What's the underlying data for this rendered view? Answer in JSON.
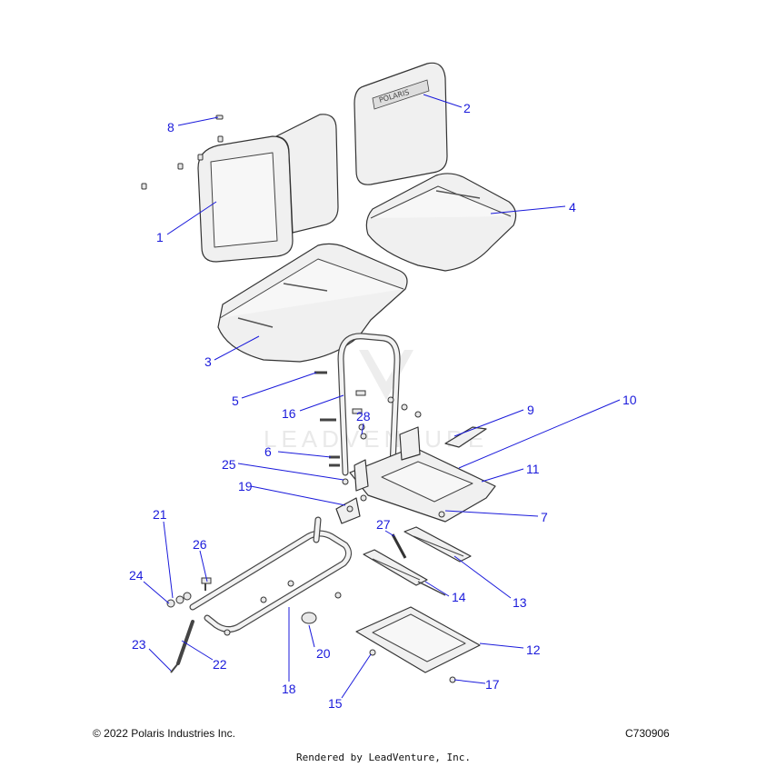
{
  "diagram": {
    "watermark": "LEADVENTURE",
    "callouts": [
      {
        "id": "1",
        "label": "1"
      },
      {
        "id": "2",
        "label": "2"
      },
      {
        "id": "3",
        "label": "3"
      },
      {
        "id": "4",
        "label": "4"
      },
      {
        "id": "5",
        "label": "5"
      },
      {
        "id": "6",
        "label": "6"
      },
      {
        "id": "7",
        "label": "7"
      },
      {
        "id": "8",
        "label": "8"
      },
      {
        "id": "9",
        "label": "9"
      },
      {
        "id": "10",
        "label": "10"
      },
      {
        "id": "11",
        "label": "11"
      },
      {
        "id": "12",
        "label": "12"
      },
      {
        "id": "13",
        "label": "13"
      },
      {
        "id": "14",
        "label": "14"
      },
      {
        "id": "15",
        "label": "15"
      },
      {
        "id": "16",
        "label": "16"
      },
      {
        "id": "17",
        "label": "17"
      },
      {
        "id": "18",
        "label": "18"
      },
      {
        "id": "19",
        "label": "19"
      },
      {
        "id": "20",
        "label": "20"
      },
      {
        "id": "21",
        "label": "21"
      },
      {
        "id": "22",
        "label": "22"
      },
      {
        "id": "23",
        "label": "23"
      },
      {
        "id": "24",
        "label": "24"
      },
      {
        "id": "25",
        "label": "25"
      },
      {
        "id": "26",
        "label": "26"
      },
      {
        "id": "27",
        "label": "27"
      },
      {
        "id": "28",
        "label": "28"
      }
    ]
  },
  "footer": {
    "copyright": "© 2022 Polaris Industries Inc.",
    "diagram_code": "C730906",
    "rendered_by": "Rendered by LeadVenture, Inc."
  },
  "colors": {
    "callout": "#1a1adb",
    "line": "#333333"
  }
}
